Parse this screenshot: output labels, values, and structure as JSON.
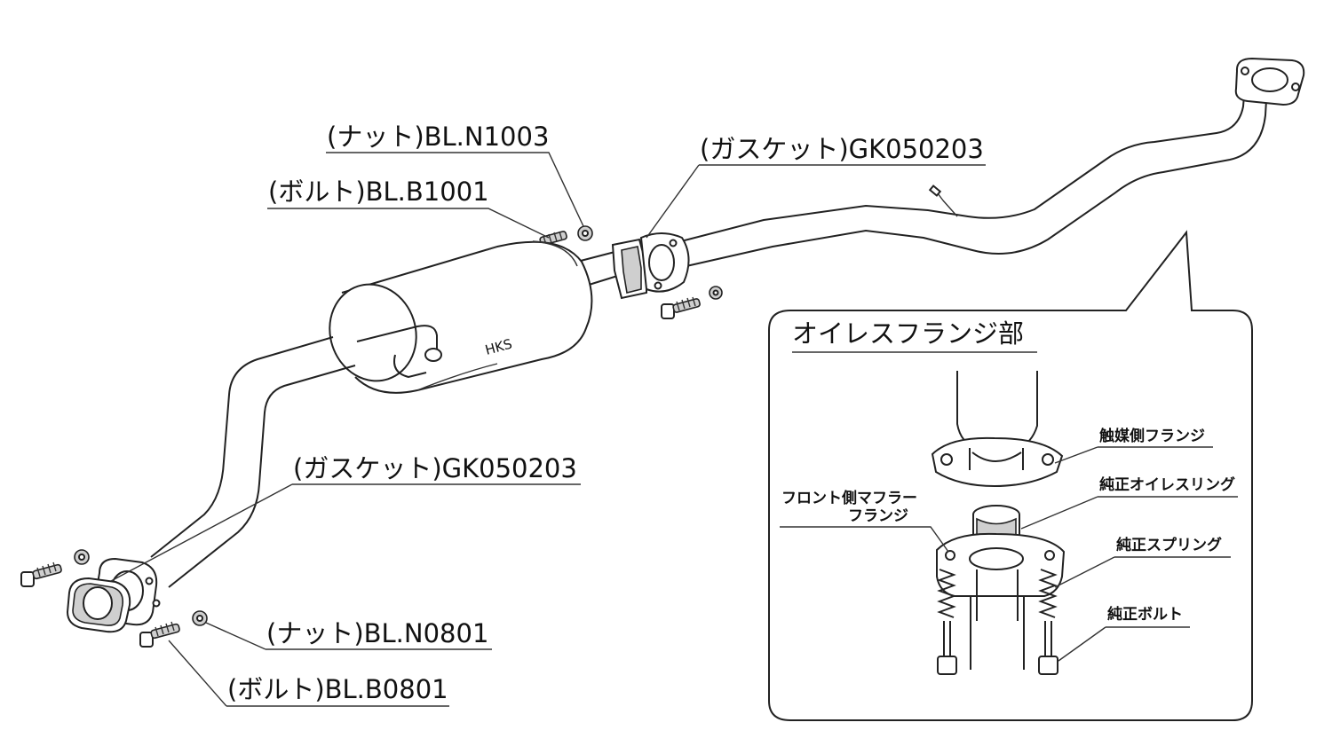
{
  "labels": {
    "nut_top": "(ナット)BL.N1003",
    "bolt_top": "(ボルト)BL.B1001",
    "gasket_top": "(ガスケット)GK050203",
    "gasket_bottom": "(ガスケット)GK050203",
    "nut_bottom": "(ナット)BL.N0801",
    "bolt_bottom": "(ボルト)BL.B0801"
  },
  "detail": {
    "title": "オイレスフランジ部",
    "callouts": {
      "catalyst_flange": "触媒側フランジ",
      "oilless_ring": "純正オイレスリング",
      "front_muffler_flange_line1": "フロント側マフラー",
      "front_muffler_flange_line2": "フランジ",
      "spring": "純正スプリング",
      "bolt": "純正ボルト"
    }
  },
  "colors": {
    "line": "#222222",
    "shade": "#cfcfcf",
    "background": "#ffffff"
  }
}
